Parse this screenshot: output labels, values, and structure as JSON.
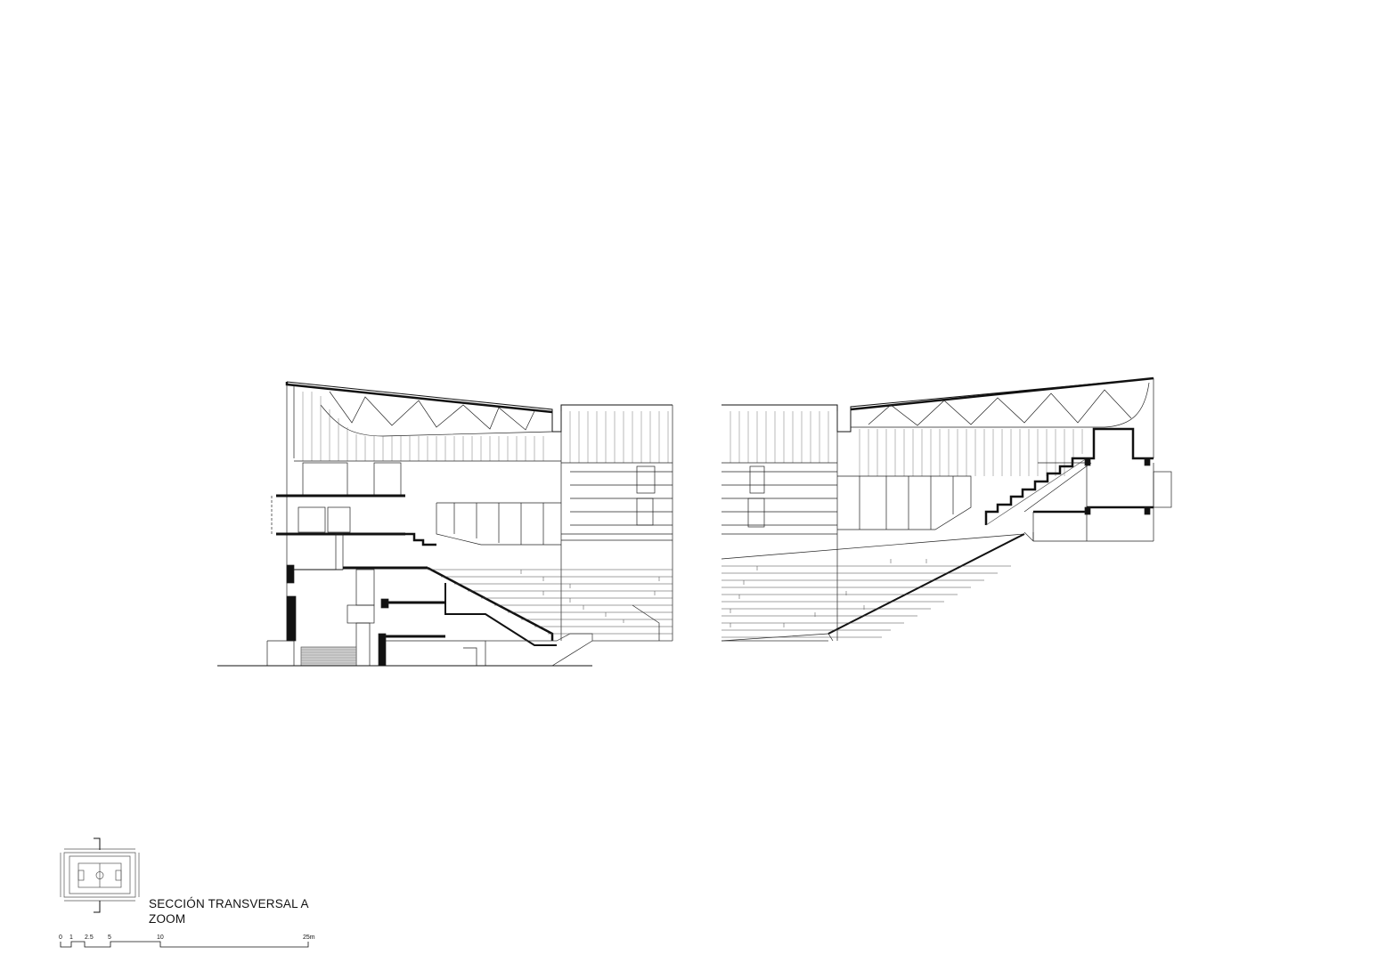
{
  "title": {
    "line1": "SECCIÓN TRANSVERSAL A",
    "line2": "ZOOM"
  },
  "scale_bar": {
    "labels": [
      "0",
      "1",
      "2.5",
      "5",
      "10",
      "25m"
    ]
  },
  "colors": {
    "line": "#111111",
    "thin_line": "#555555",
    "background": "#ffffff"
  }
}
